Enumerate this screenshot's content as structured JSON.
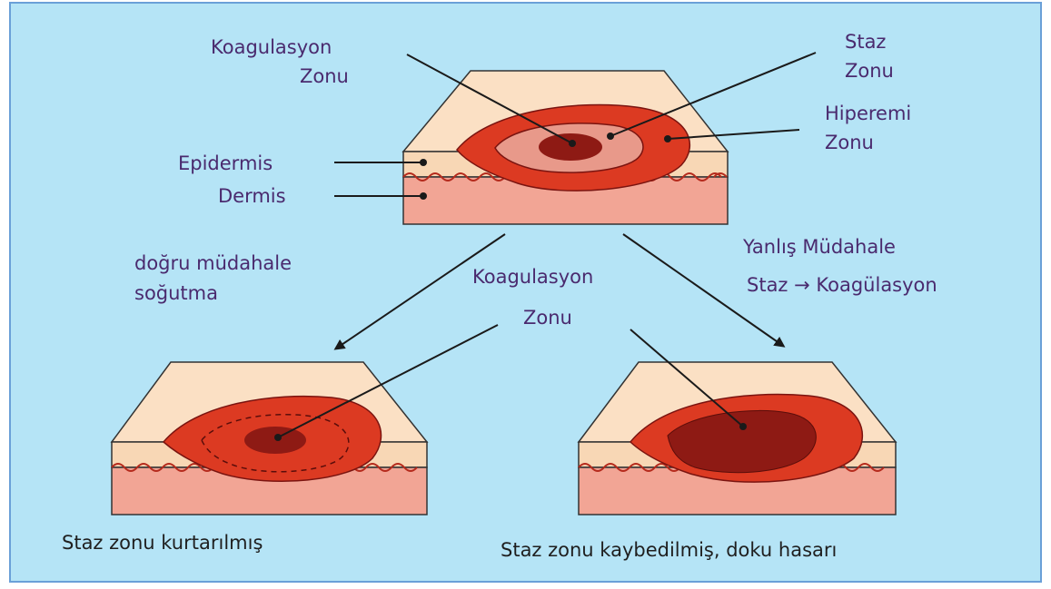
{
  "labels": {
    "koag_top_1": "Koagulasyon",
    "koag_top_2": "Zonu",
    "staz_1": "Staz",
    "staz_2": "Zonu",
    "hiperemi_1": "Hiperemi",
    "hiperemi_2": "Zonu",
    "epidermis": "Epidermis",
    "dermis": "Dermis",
    "dogru_1": "doğru müdahale",
    "dogru_2": "soğutma",
    "koag_mid_1": "Koagulasyon",
    "koag_mid_2": "Zonu",
    "yanlis_1": "Yanlış Müdahale",
    "yanlis_2": "Staz → Koagülasyon",
    "caption_left": "Staz zonu kurtarılmış",
    "caption_right": "Staz zonu kaybedilmiş, doku hasarı"
  },
  "colors": {
    "background": "#b5e4f6",
    "skin_top": "#fbe0c4",
    "epidermis": "#f8d7b5",
    "dermis": "#f2a595",
    "hyperemia": "#dc3a22",
    "stasis": "#e8998a",
    "coagulation": "#8e1a14"
  }
}
